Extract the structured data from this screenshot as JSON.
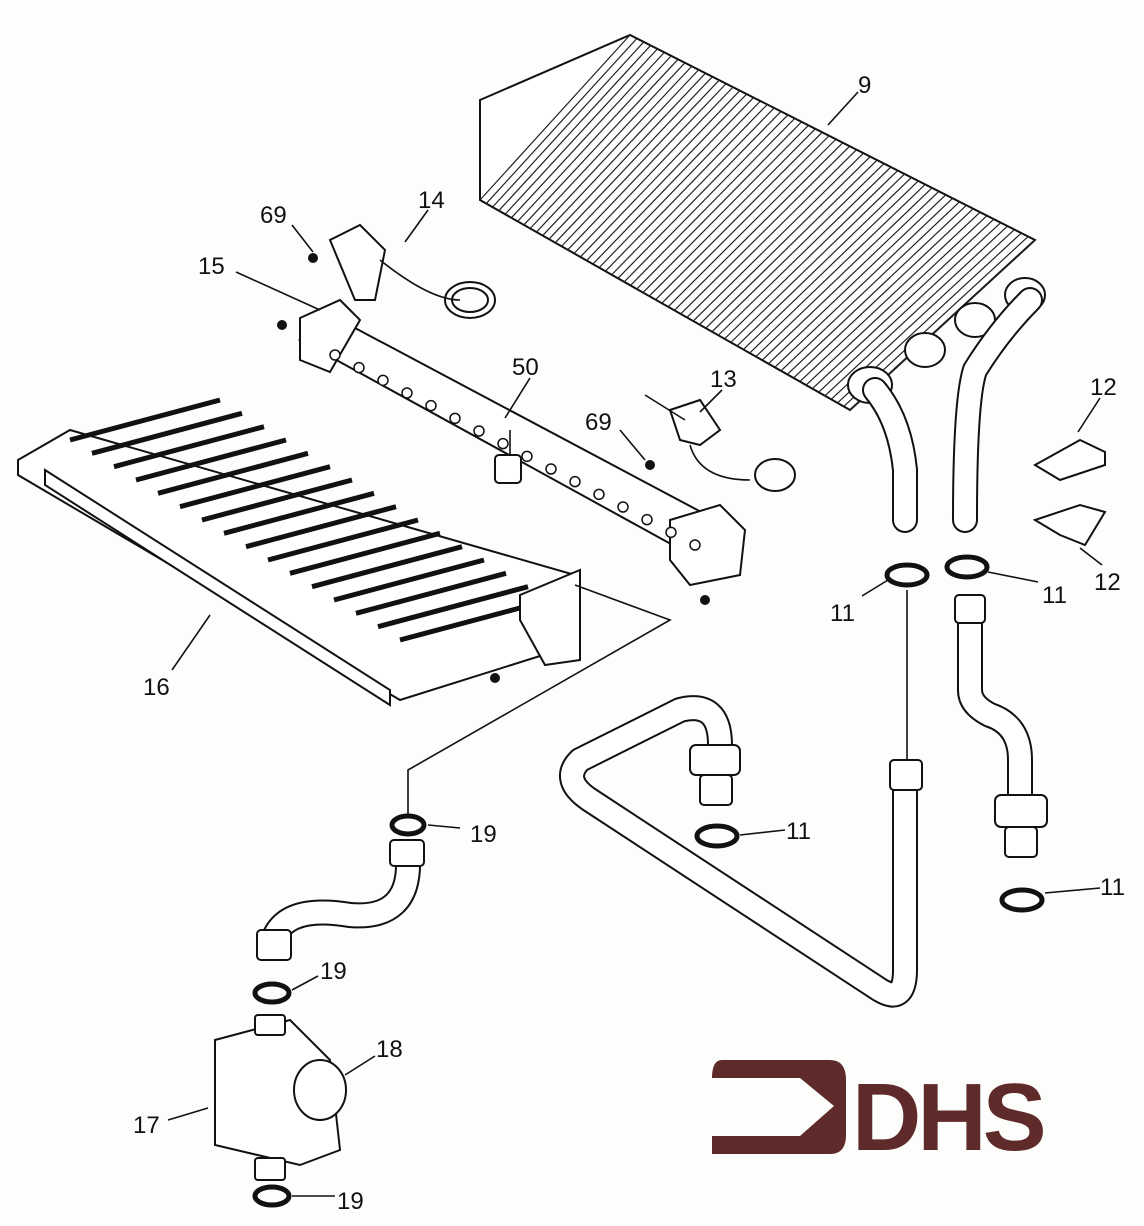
{
  "labels": {
    "heat_exchanger": "9",
    "screw_top": "69",
    "electrode_14": "14",
    "bracket_15": "15",
    "manifold": "50",
    "electrode_13": "13",
    "screw_mid": "69",
    "clip_top": "12",
    "clip_bottom": "12",
    "oring_left_hx": "11",
    "oring_right_hx": "11",
    "burner": "16",
    "oring_gas_top": "19",
    "oring_big_pipe": "11",
    "oring_right_pipe": "11",
    "oring_gas_mid": "19",
    "gas_valve_coil": "18",
    "gas_valve": "17",
    "oring_gas_bottom": "19"
  },
  "logo": {
    "text": "DHS",
    "color": "#5e2a2a"
  }
}
